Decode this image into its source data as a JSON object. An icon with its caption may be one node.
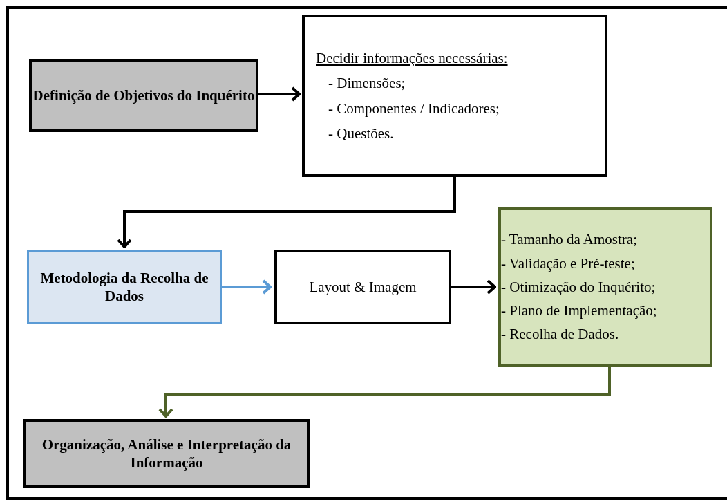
{
  "diagram": {
    "nodes": [
      {
        "text": [
          "Definição de Objetivos do Inquérito"
        ]
      },
      {
        "text": [
          "Decidir informações necessárias:",
          "- Dimensões;",
          "- Componentes / Indicadores;",
          "- Questões."
        ]
      },
      {
        "text": [
          "Metodologia da Recolha de Dados"
        ]
      },
      {
        "text": [
          "Layout & Imagem"
        ]
      },
      {
        "text": [
          "- Tamanho da Amostra;",
          "- Validação e Pré-teste;",
          "- Otimização do Inquérito;",
          "- Plano de Implementação;",
          "- Recolha de Dados."
        ]
      },
      {
        "text": [
          "Organização, Análise e Interpretação da Informação"
        ]
      }
    ],
    "edges": [
      {
        "from": 0,
        "to": 1,
        "arrow": "to"
      },
      {
        "from": 1,
        "to": 2,
        "arrow": "to"
      },
      {
        "from": 2,
        "to": 3,
        "arrow": "to",
        "color": "#5b9bd5"
      },
      {
        "from": 3,
        "to": 4,
        "arrow": "to"
      },
      {
        "from": 4,
        "to": 5,
        "arrow": "to",
        "color": "#4f6228"
      }
    ]
  }
}
